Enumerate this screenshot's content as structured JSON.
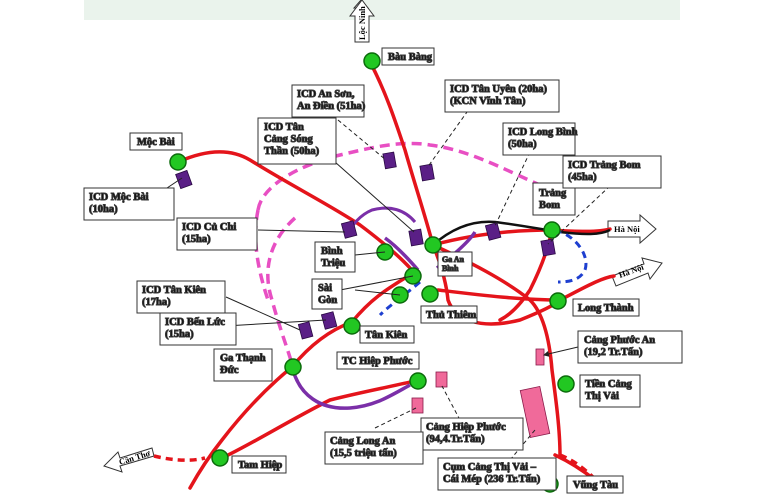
{
  "colors": {
    "rail_main": "#e4141b",
    "rail_ring_dashed": "#e84fc3",
    "rail_dashed_blue": "#1e3fd0",
    "rail_purple": "#7b2fa8",
    "rail_black": "#111111",
    "station_fill": "#22c722",
    "icd_fill": "#5a1f86",
    "port_fill": "#f06a9a",
    "bg_top": "#eaf3ec"
  },
  "arrows": {
    "loc_ninh": "Lộc Ninh",
    "ha_noi_1": "Hà Nội",
    "ha_noi_2": "Hà Nội",
    "can_tho": "Cần Thơ"
  },
  "stations": {
    "bau_bang": "Bàu Bàng",
    "moc_bai": "Mộc Bài",
    "trang_bom": "Trảng\nBom",
    "binh_trieu": "Bình\nTriệu",
    "sai_gon": "Sài\nGòn",
    "ga_an_binh": "Ga An\nBình",
    "thu_thiem": "Thủ Thiêm",
    "tan_kien": "Tân Kiên",
    "long_thanh": "Long Thành",
    "ga_thanh_duc": "Ga Thạnh\nĐức",
    "tc_hiep_phuoc": "TC Hiệp Phước",
    "tien_cang_thi_vai": "Tiền Cảng\nThị Vải",
    "tam_hiep": "Tam Hiệp",
    "vung_tau": "Vũng Tàu"
  },
  "callouts": {
    "icd_an_son": "ICD An Sơn,\nAn Điền (51ha)",
    "icd_tan_uyen": "ICD Tân Uyên (20ha)\n(KCN Vĩnh Tân)",
    "icd_tan_cang": "ICD Tân\nCảng Sóng\nThần (50ha)",
    "icd_long_binh": "ICD Long Bình\n(50ha)",
    "icd_trang_bom": "ICD Trảng Bom\n(45ha)",
    "icd_moc_bai": "ICD Mộc Bài\n(10ha)",
    "icd_cu_chi": "ICD Củ Chi\n(15ha)",
    "icd_tan_kien": "ICD Tân Kiên\n(17ha)",
    "icd_ben_luc": "ICD Bến Lức\n(15ha)",
    "cang_phuoc_an": "Cảng Phước An\n(19,2 Tr.Tấn)",
    "cang_hiep_phuoc": "Cảng Hiệp Phước\n(94,4.Tr.Tấn)",
    "cang_long_an": "Cảng  Long An\n(15,5 triệu tấn)",
    "cum_cang_thi_vai": "Cụm Cảng Thị Vải –\nCái Mép (236 Tr.Tấn)"
  }
}
